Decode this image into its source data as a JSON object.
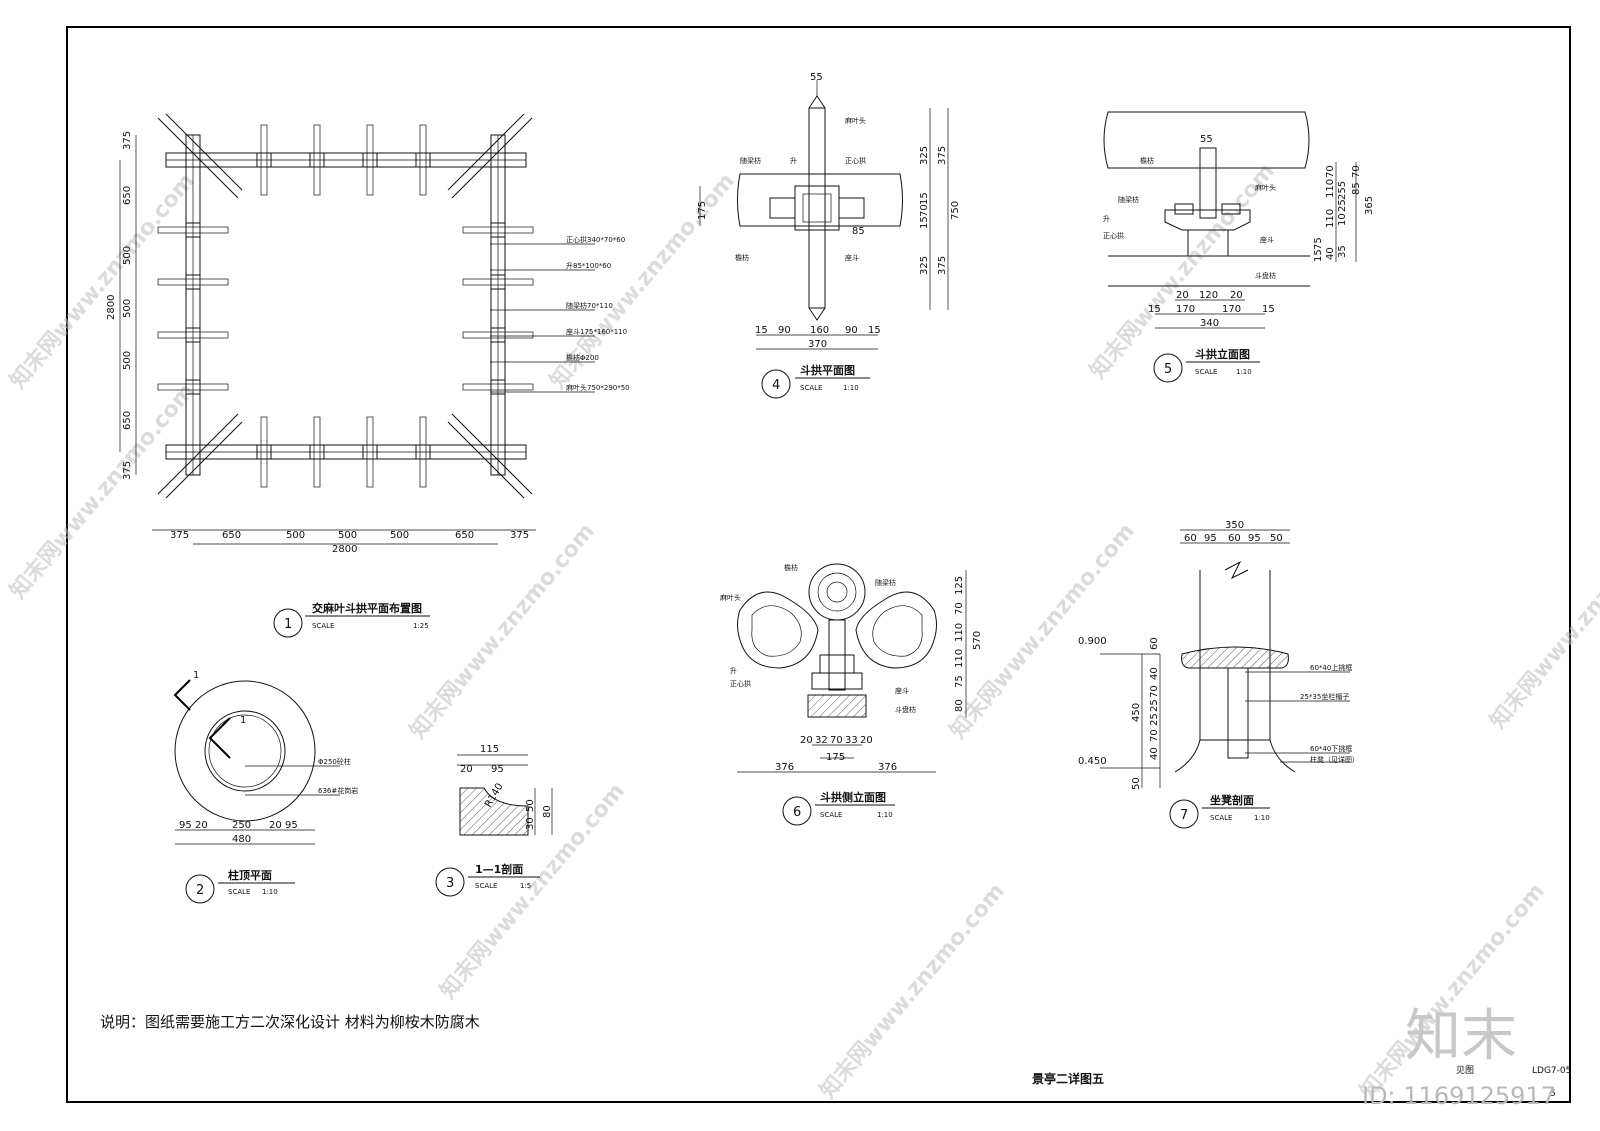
{
  "sheet": {
    "note": "说明：图纸需要施工方二次深化设计  材料为柳桉木防腐木",
    "title": "景亭二详图五",
    "ref_label": "见图",
    "code": "LDG7-05",
    "page": "5",
    "brand": "知末",
    "id_text": "ID: 1169125917",
    "watermark": "知末网www.znzmo.com"
  },
  "drawings": {
    "d1": {
      "number": "1",
      "title": "交麻叶斗拱平面布置图",
      "scale_label": "SCALE",
      "scale": "1:25",
      "dims_bottom": [
        "375",
        "650",
        "500",
        "500",
        "500",
        "650",
        "375"
      ],
      "total": "2800",
      "dims_left": [
        "375",
        "650",
        "500",
        "500",
        "500",
        "650",
        "375"
      ],
      "labels": [
        "正心拱340*70*60",
        "升85*100*60",
        "随梁枋70*110",
        "座斗175*160*110",
        "檐枋Φ200",
        "麻叶头750*290*50"
      ]
    },
    "d2": {
      "number": "2",
      "title": "柱顶平面",
      "scale_label": "SCALE",
      "scale": "1:10",
      "section_mark": "1",
      "labels": [
        "Φ250砼柱",
        "636#花岗岩"
      ],
      "dims": [
        "95",
        "20",
        "250",
        "20",
        "95"
      ],
      "total": "480"
    },
    "d3": {
      "number": "3",
      "title": "1—1剖面",
      "scale_label": "SCALE",
      "scale": "1:5",
      "dims_top": [
        "115",
        "20",
        "95"
      ],
      "radius": "R140",
      "dims_right": [
        "50",
        "30",
        "80"
      ]
    },
    "d4": {
      "number": "4",
      "title": "斗拱平面图",
      "scale_label": "SCALE",
      "scale": "1:10",
      "top_dim": "55",
      "labels": [
        "麻叶头",
        "随梁枋",
        "升",
        "正心拱",
        "檐枋",
        "座斗"
      ],
      "inner_dim": "85",
      "dims_left": [
        "175"
      ],
      "dims_right": [
        "325",
        "15",
        "70",
        "15",
        "325"
      ],
      "dims_right_outer": [
        "375",
        "750",
        "375"
      ],
      "dims_bottom": [
        "15",
        "90",
        "160",
        "90",
        "15"
      ],
      "total": "370"
    },
    "d5": {
      "number": "5",
      "title": "斗拱立面图",
      "scale_label": "SCALE",
      "scale": "1:10",
      "top_dim": "55",
      "labels": [
        "檐枋",
        "麻叶头",
        "随梁枋",
        "升",
        "正心拱",
        "座斗",
        "斗盘枋"
      ],
      "dims_right": [
        "70",
        "110",
        "110",
        "25",
        "10",
        "40",
        "35",
        "75",
        "15"
      ],
      "dims_right_outer": [
        "255",
        "85",
        "70",
        "365"
      ],
      "dims_bottom_inner": [
        "20",
        "120",
        "20"
      ],
      "dims_bottom": [
        "15",
        "170",
        "170",
        "15"
      ],
      "total": "340"
    },
    "d6": {
      "number": "6",
      "title": "斗拱侧立面图",
      "scale_label": "SCALE",
      "scale": "1:10",
      "labels": [
        "檐枋",
        "随梁枋",
        "麻叶头",
        "升",
        "正心拱",
        "座斗",
        "斗盘枋"
      ],
      "dims_right": [
        "125",
        "70",
        "110",
        "110",
        "75",
        "80"
      ],
      "total_right": "570",
      "dims_bottom_inner": [
        "20",
        "32",
        "70",
        "33",
        "20"
      ],
      "inner_total": "175",
      "dims_bottom": [
        "376",
        "376"
      ]
    },
    "d7": {
      "number": "7",
      "title": "坐凳剖面",
      "scale_label": "SCALE",
      "scale": "1:10",
      "dims_top": [
        "60",
        "95",
        "60",
        "95",
        "50"
      ],
      "total_top": "350",
      "levels": [
        "0.900",
        "0.450"
      ],
      "dims_left": [
        "60",
        "40",
        "70",
        "25",
        "25",
        "70",
        "40",
        "50"
      ],
      "dim_mid": "450",
      "labels": [
        "60*40上挑框",
        "25*35坐栏楣子",
        "60*40下挑框",
        "柱凳（见详图）"
      ]
    }
  }
}
